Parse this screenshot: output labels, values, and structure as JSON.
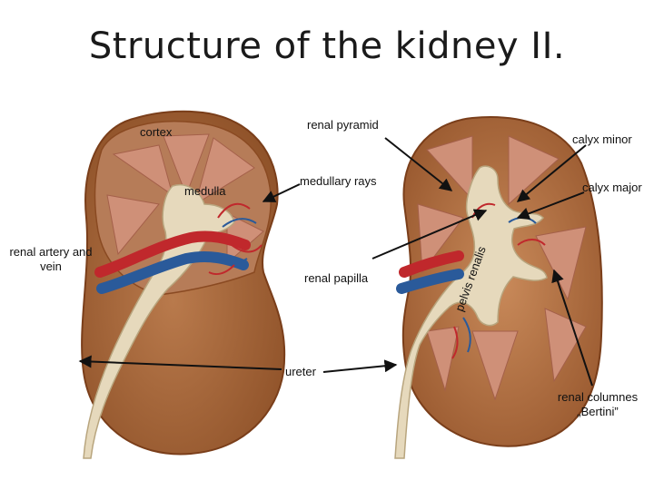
{
  "slide": {
    "title": "Structure of the kidney II."
  },
  "labels": {
    "cortex": "cortex",
    "renal_pyramid": "renal pyramid",
    "calyx_minor": "calyx minor",
    "medulla": "medulla",
    "medullary_rays": "medullary rays",
    "calyx_major": "calyx major",
    "renal_artery_line1": "renal artery and",
    "renal_artery_line2": "vein",
    "pelvis_renalis": "pelvis renalis",
    "renal_papilla": "renal papilla",
    "ureter": "ureter",
    "renal_columnes_line1": "renal columnes",
    "renal_columnes_line2": "„Bertini”"
  },
  "colors": {
    "cortex": "#a86a3e",
    "capsule": "#8a4a22",
    "medulla": "#c98a72",
    "pyramid_stripe": "#b8705c",
    "pelvis": "#e8dcc0",
    "artery": "#c0282c",
    "vein": "#2a5a9a",
    "arrow": "#111111"
  }
}
